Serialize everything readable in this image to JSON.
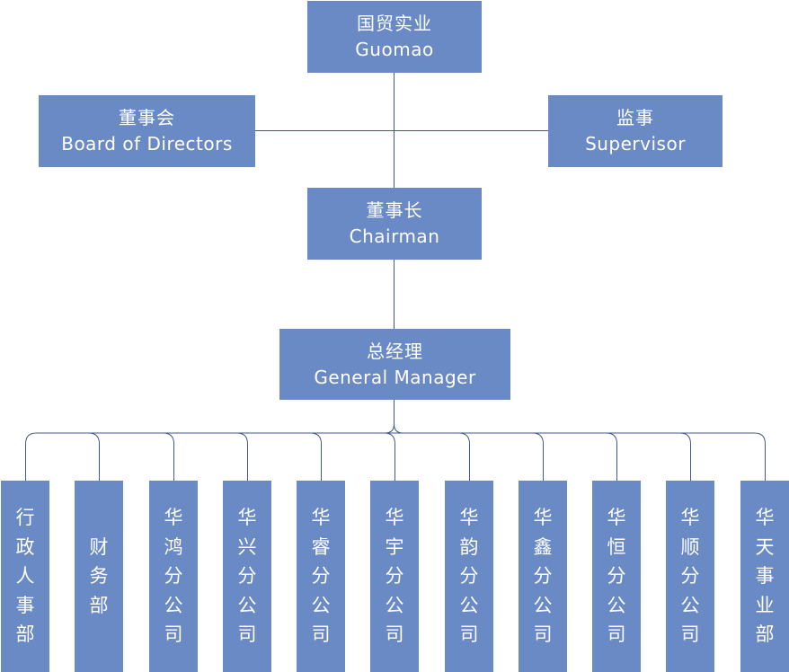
{
  "nodes": {
    "top": {
      "zh": "国贸实业",
      "en": "Guomao"
    },
    "board": {
      "zh": "董事会",
      "en": "Board of Directors"
    },
    "supervisor": {
      "zh": "监事",
      "en": "Supervisor"
    },
    "chairman": {
      "zh": "董事长",
      "en": "Chairman"
    },
    "gm": {
      "zh": "总经理",
      "en": "General Manager"
    }
  },
  "departments": [
    "行政人事部",
    "财务部",
    "华鸿分公司",
    "华兴分公司",
    "华睿分公司",
    "华宇分公司",
    "华韵分公司",
    "华鑫分公司",
    "华恒分公司",
    "华顺分公司",
    "华天事业部"
  ],
  "colors": {
    "box": "#6a8ac5",
    "line": "#3d5a8a",
    "text": "#ffffff"
  }
}
